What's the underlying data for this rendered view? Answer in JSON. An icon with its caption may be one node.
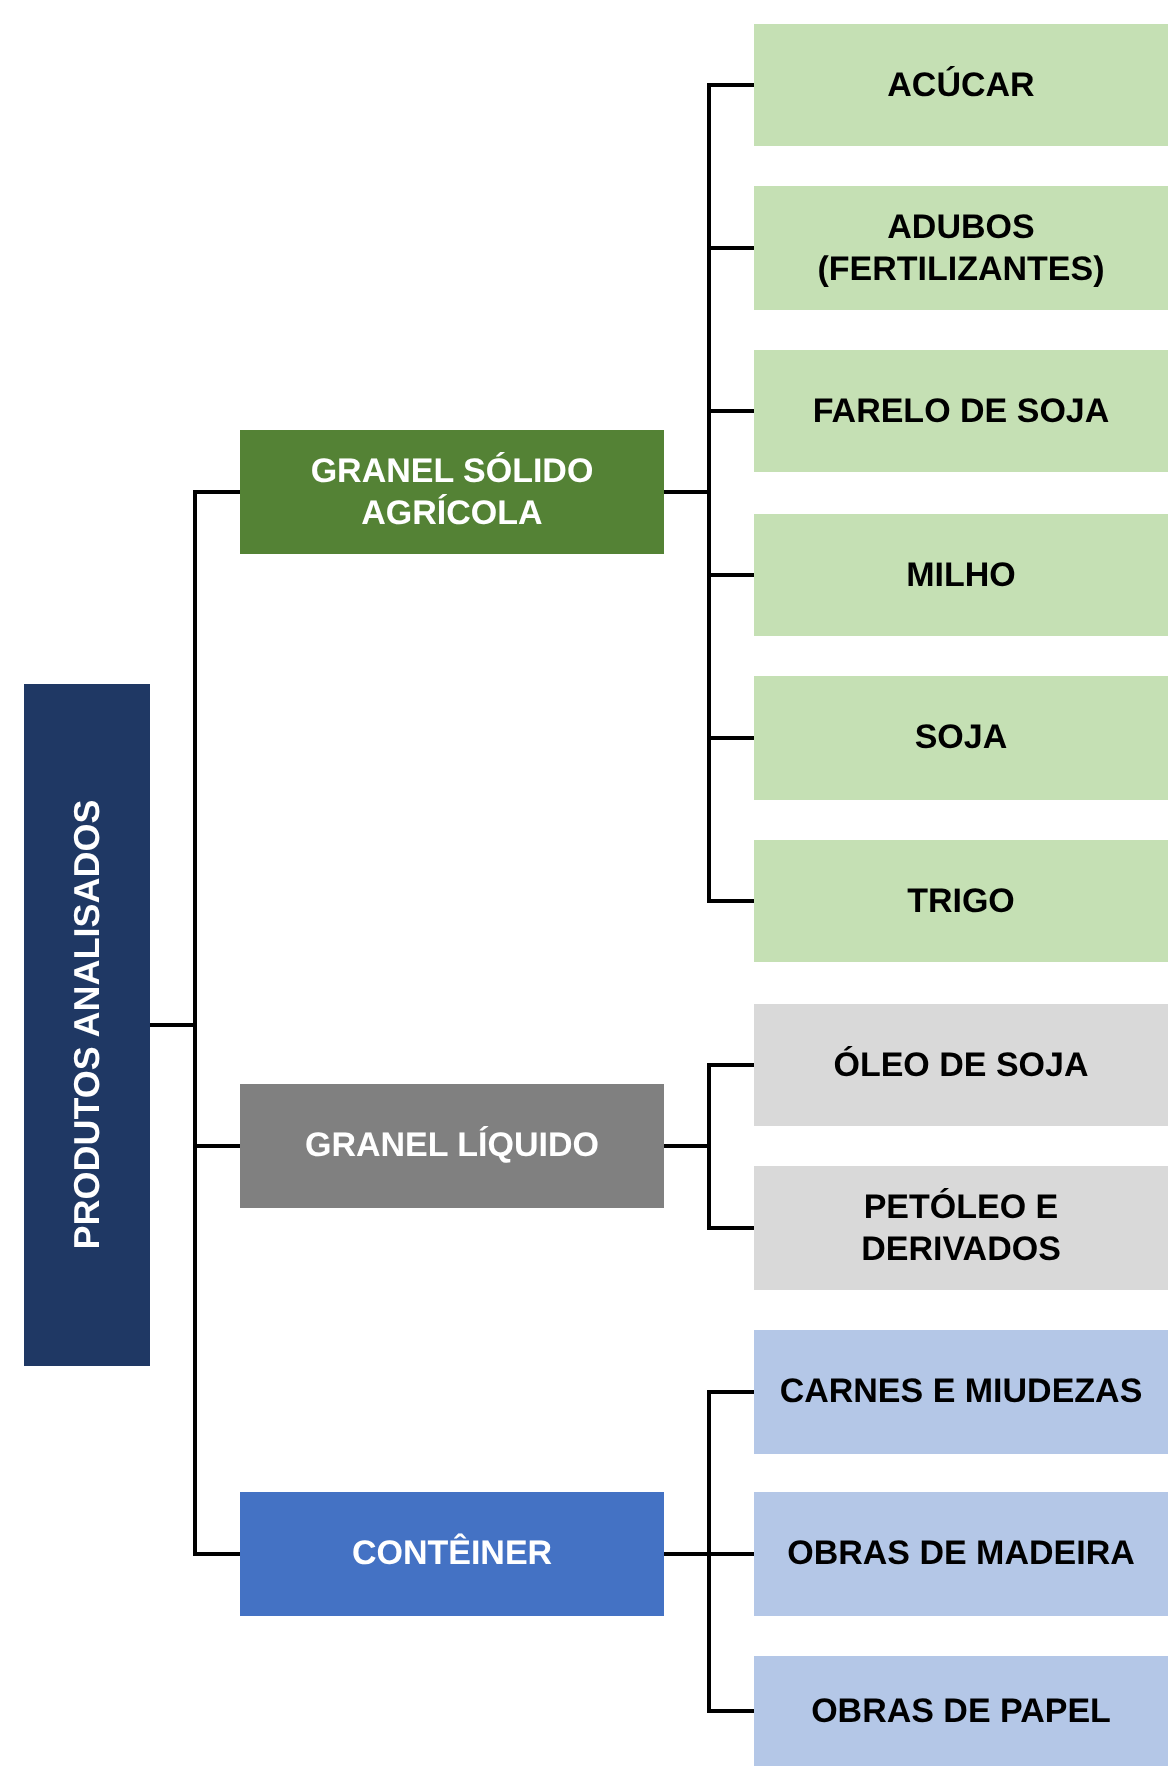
{
  "diagram": {
    "nodes": [
      {
        "text": [
          "PRODUTOS ANALISADOS"
        ]
      },
      {
        "text": [
          "GRANEL SÓLIDO AGRÍCOLA"
        ]
      },
      {
        "text": [
          "ACÚCAR"
        ]
      },
      {
        "text": [
          "ADUBOS (FERTILIZANTES)"
        ]
      },
      {
        "text": [
          "FARELO DE SOJA"
        ]
      },
      {
        "text": [
          "MILHO"
        ]
      },
      {
        "text": [
          "SOJA"
        ]
      },
      {
        "text": [
          "TRIGO"
        ]
      },
      {
        "text": [
          "GRANEL LÍQUIDO"
        ]
      },
      {
        "text": [
          "ÓLEO DE SOJA"
        ]
      },
      {
        "text": [
          "PETÓLEO E DERIVADOS"
        ]
      },
      {
        "text": [
          "CONTÊINER"
        ]
      },
      {
        "text": [
          "CARNES E MIUDEZAS"
        ]
      },
      {
        "text": [
          "OBRAS DE MADEIRA"
        ]
      },
      {
        "text": [
          "OBRAS DE PAPEL"
        ]
      }
    ],
    "edges": [
      {
        "from": 0,
        "to": 1,
        "arrow": "none"
      },
      {
        "from": 0,
        "to": 8,
        "arrow": "none"
      },
      {
        "from": 0,
        "to": 11,
        "arrow": "none"
      },
      {
        "from": 1,
        "to": 2,
        "arrow": "none"
      },
      {
        "from": 1,
        "to": 3,
        "arrow": "none"
      },
      {
        "from": 1,
        "to": 4,
        "arrow": "none"
      },
      {
        "from": 1,
        "to": 5,
        "arrow": "none"
      },
      {
        "from": 1,
        "to": 6,
        "arrow": "none"
      },
      {
        "from": 1,
        "to": 7,
        "arrow": "none"
      },
      {
        "from": 8,
        "to": 9,
        "arrow": "none"
      },
      {
        "from": 8,
        "to": 10,
        "arrow": "none"
      },
      {
        "from": 11,
        "to": 12,
        "arrow": "none"
      },
      {
        "from": 11,
        "to": 13,
        "arrow": "none"
      },
      {
        "from": 11,
        "to": 14,
        "arrow": "none"
      }
    ]
  }
}
